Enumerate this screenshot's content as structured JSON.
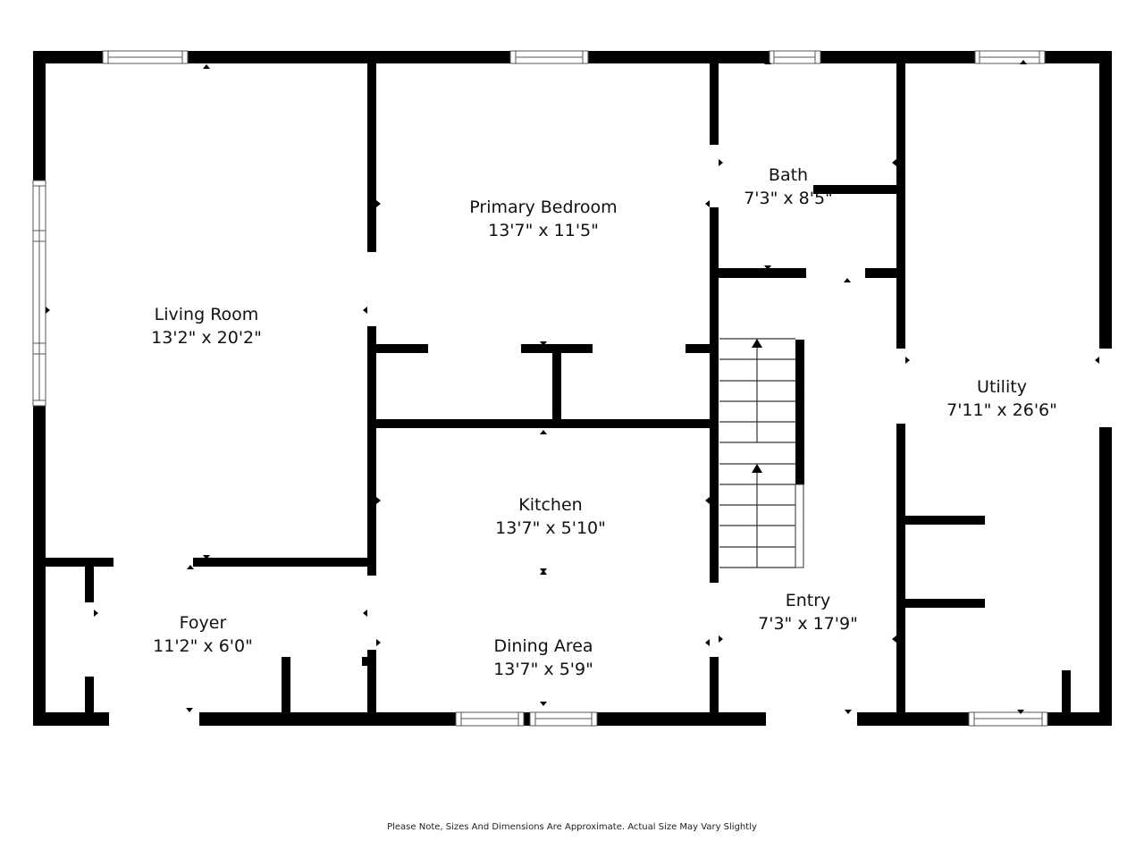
{
  "plan": {
    "wall_color": "#000000",
    "background": "#ffffff"
  },
  "rooms": {
    "living_room": {
      "name": "Living Room",
      "dims": "13'2\" x 20'2\""
    },
    "primary_bedroom": {
      "name": "Primary Bedroom",
      "dims": "13'7\" x 11'5\""
    },
    "bath": {
      "name": "Bath",
      "dims": "7'3\" x 8'5\""
    },
    "utility": {
      "name": "Utility",
      "dims": "7'11\" x 26'6\""
    },
    "kitchen": {
      "name": "Kitchen",
      "dims": "13'7\" x 5'10\""
    },
    "dining_area": {
      "name": "Dining Area",
      "dims": "13'7\" x 5'9\""
    },
    "foyer": {
      "name": "Foyer",
      "dims": "11'2\" x 6'0\""
    },
    "entry": {
      "name": "Entry",
      "dims": "7'3\" x 17'9\""
    }
  },
  "footnote": "Please Note, Sizes And Dimensions Are Approximate. Actual Size May Vary Slightly"
}
